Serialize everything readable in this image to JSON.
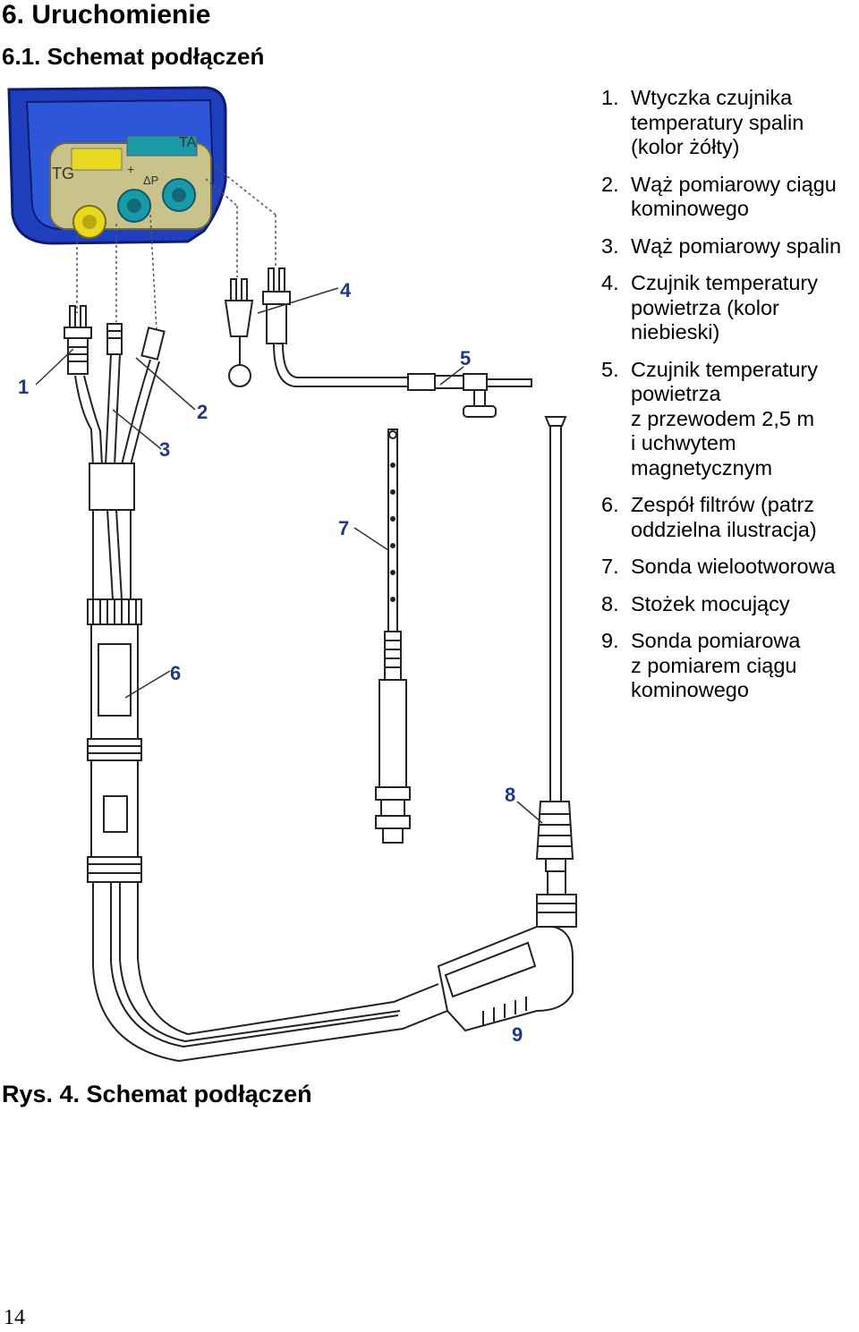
{
  "heading": "6. Uruchomienie",
  "subheading": "6.1. Schemat podłączeń",
  "legend": [
    {
      "num": "1.",
      "text": "Wtyczka czujnika\ntemperatury spalin\n(kolor żółty)"
    },
    {
      "num": "2.",
      "text": "Wąż pomiarowy ciągu\nkominowego"
    },
    {
      "num": "3.",
      "text": "Wąż pomiarowy spalin"
    },
    {
      "num": "4.",
      "text": "Czujnik temperatury\npowietrza (kolor\nniebieski)"
    },
    {
      "num": "5.",
      "text": "Czujnik temperatury\npowietrza\nz przewodem 2,5 m\ni uchwytem\nmagnetycznym"
    },
    {
      "num": "6.",
      "text": "Zespół filtrów (patrz\noddzielna ilustracja)"
    },
    {
      "num": "7.",
      "text": "Sonda wielootworowa"
    },
    {
      "num": "8.",
      "text": "Stożek mocujący"
    },
    {
      "num": "9.",
      "text": "Sonda pomiarowa\nz pomiarem ciągu\nkominowego"
    }
  ],
  "callouts": [
    "1",
    "2",
    "3",
    "4",
    "5",
    "6",
    "7",
    "8",
    "9"
  ],
  "device_labels": {
    "tg": "TG",
    "dp": "ΔP",
    "ta": "TA",
    "plus": "+"
  },
  "caption": "Rys. 4. Schemat podłączeń",
  "page_number": "14",
  "colors": {
    "device_blue": "#1f3fbf",
    "device_dark": "#0c1c6e",
    "yellow_plug": "#e8d820",
    "teal_port": "#1a9aa8",
    "callout": "#1e3a8a"
  }
}
